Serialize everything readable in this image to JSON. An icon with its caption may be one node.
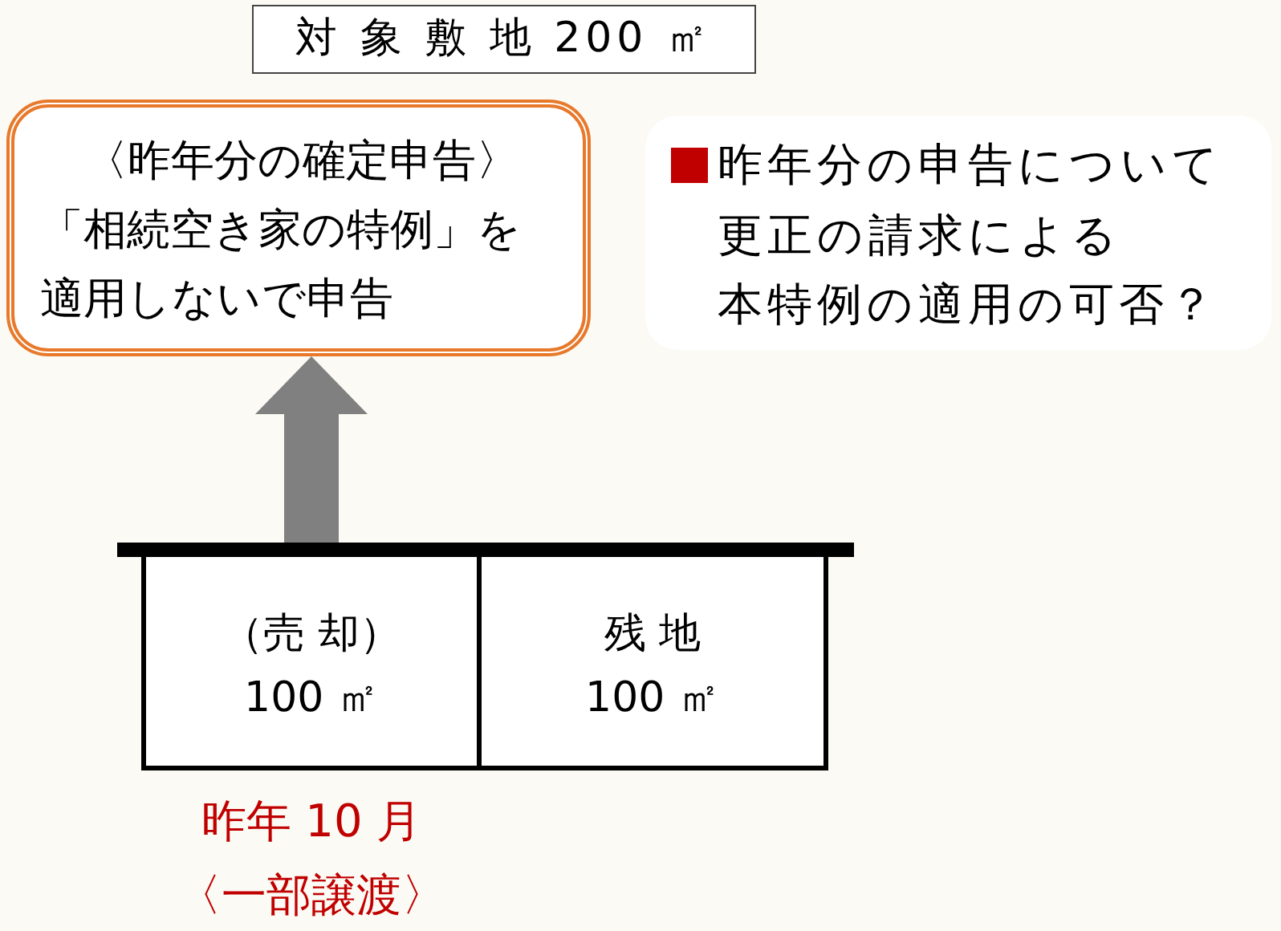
{
  "diagram": {
    "title": "対 象 敷 地 200 ㎡",
    "nodes": [
      {
        "text": [
          "〈昨年分の確定申告〉",
          "「相続空き家の特例」を適用しないで申告"
        ]
      },
      {
        "text": [
          "昨年分の申告について更正の請求による本特例の適用の可否？"
        ]
      },
      {
        "text": [
          "（売 却）",
          "100 ㎡"
        ],
        "beside": [
          "昨年 10 月",
          "〈一部譲渡〉"
        ]
      },
      {
        "text": [
          "残 地",
          "100 ㎡"
        ]
      }
    ],
    "edges": [
      {
        "from": 2,
        "to": 0,
        "arrow": "to"
      }
    ]
  }
}
